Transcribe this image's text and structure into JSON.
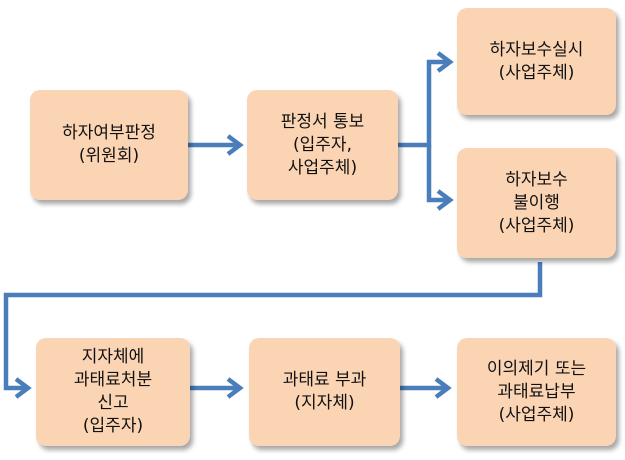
{
  "nodes": {
    "defect_decision": {
      "lines": [
        "하자여부판정",
        "(위원회)"
      ]
    },
    "notice": {
      "lines": [
        "판정서 통보",
        "(입주자,",
        "사업주체)"
      ]
    },
    "repair_done": {
      "lines": [
        "하자보수실시",
        "(사업주체)"
      ]
    },
    "repair_not_done": {
      "lines": [
        "하자보수",
        "불이행",
        "(사업주체)"
      ]
    },
    "report": {
      "lines": [
        "지자체에",
        "과태료처분",
        "신고",
        "(입주자)"
      ]
    },
    "fine": {
      "lines": [
        "과태료 부과",
        "(지자체)"
      ]
    },
    "appeal": {
      "lines": [
        "이의제기 또는",
        "과태료납부",
        "(사업주체)"
      ]
    }
  },
  "colors": {
    "box_fill": "#fbd4b4",
    "arrow": "#4a7ebb"
  }
}
